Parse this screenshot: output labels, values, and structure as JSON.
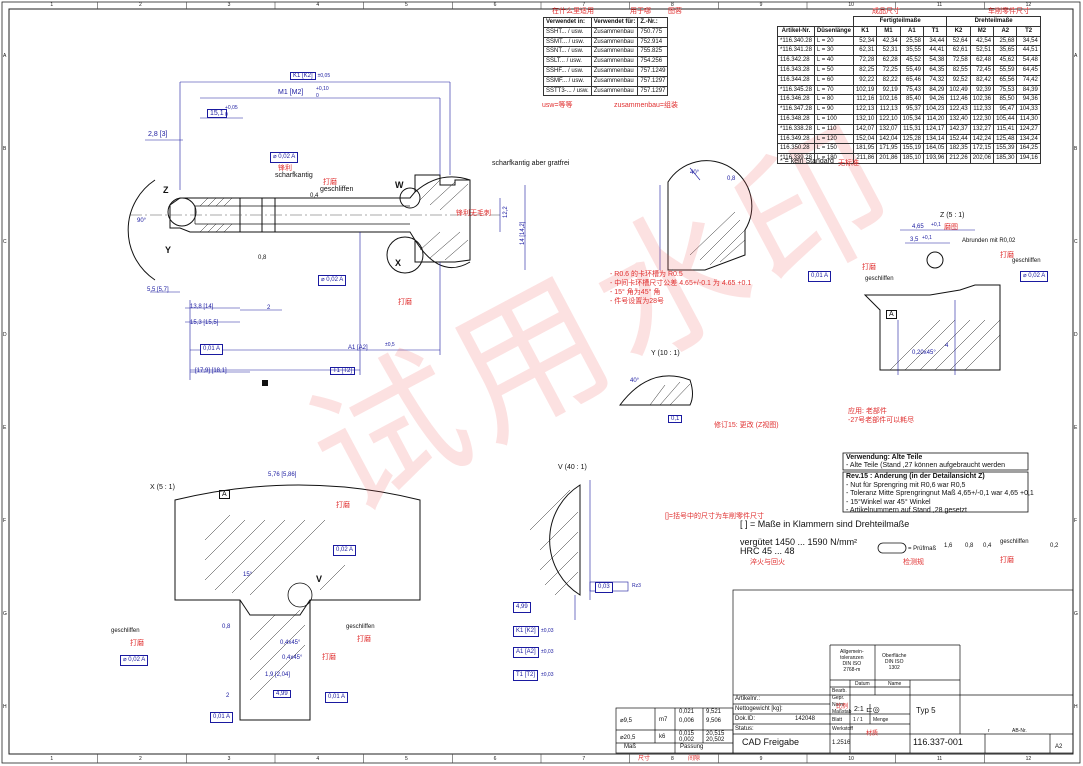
{
  "frame": {
    "col_numbers": [
      "1",
      "2",
      "3",
      "4",
      "5",
      "6",
      "7",
      "8",
      "9",
      "10",
      "11",
      "12"
    ],
    "row_letters": [
      "A",
      "B",
      "C",
      "D",
      "E",
      "F",
      "G",
      "H"
    ]
  },
  "usage_table": {
    "annot_left": "在什么里适用",
    "annot_mid": "用于哪",
    "annot_right": "图蓉",
    "headers": [
      "Verwendet in:",
      "Verwendet für:",
      "Z.-Nr.:"
    ],
    "rows": [
      [
        "SSHT... / usw.",
        "Zusammenbau",
        "750.775"
      ],
      [
        "SSMT... / usw.",
        "Zusammenbau",
        "752.914"
      ],
      [
        "SSNT... / usw.",
        "Zusammenbau",
        "755.825"
      ],
      [
        "SSLT... / usw.",
        "Zusammenbau",
        "754.256"
      ],
      [
        "SSHF... / usw.",
        "Zusammenbau",
        "757.1249"
      ],
      [
        "SSMF... / usw.",
        "Zusammenbau",
        "757.1297"
      ],
      [
        "SSTT3-... / usw.",
        "Zusammenbau",
        "757.1297"
      ]
    ],
    "note_usw": "usw=等等",
    "note_zus": "zusammenbau=组装"
  },
  "dim_table": {
    "annot_fertig": "成品尺寸",
    "annot_dreh": "车削零件尺寸",
    "group_fertig": "Fertigteilmaße",
    "group_dreh": "Drehteilmaße",
    "headers": [
      "Artikel-Nr.",
      "Düsenlänge",
      "K1",
      "M1",
      "A1",
      "T1",
      "K2",
      "M2",
      "A2",
      "T2"
    ],
    "rows": [
      [
        "*116.340.28",
        "L = 20",
        "52,34",
        "42,34",
        "25,58",
        "34,44",
        "52,64",
        "42,54",
        "25,68",
        "34,54"
      ],
      [
        "*116.341.28",
        "L = 30",
        "62,31",
        "52,31",
        "35,55",
        "44,41",
        "62,61",
        "52,51",
        "35,65",
        "44,51"
      ],
      [
        "116.342.28",
        "L = 40",
        "72,28",
        "62,28",
        "45,52",
        "54,38",
        "72,58",
        "62,48",
        "45,62",
        "54,48"
      ],
      [
        "116.343.28",
        "L = 50",
        "82,25",
        "72,25",
        "55,49",
        "64,35",
        "82,55",
        "72,45",
        "55,59",
        "64,45"
      ],
      [
        "116.344.28",
        "L = 60",
        "92,22",
        "82,22",
        "65,46",
        "74,32",
        "92,52",
        "82,42",
        "65,56",
        "74,42"
      ],
      [
        "*116.345.28",
        "L = 70",
        "102,19",
        "92,19",
        "75,43",
        "84,29",
        "102,49",
        "92,39",
        "75,53",
        "84,39"
      ],
      [
        "116.346.28",
        "L = 80",
        "112,16",
        "102,16",
        "85,40",
        "94,26",
        "112,46",
        "102,36",
        "85,50",
        "94,36"
      ],
      [
        "*116.347.28",
        "L = 90",
        "122,13",
        "112,13",
        "95,37",
        "104,23",
        "122,43",
        "112,33",
        "95,47",
        "104,33"
      ],
      [
        "116.348.28",
        "L = 100",
        "132,10",
        "122,10",
        "105,34",
        "114,20",
        "132,40",
        "122,30",
        "105,44",
        "114,30"
      ],
      [
        "*116.338.28",
        "L = 110",
        "142,07",
        "132,07",
        "115,31",
        "124,17",
        "142,37",
        "132,27",
        "115,41",
        "124,27"
      ],
      [
        "116.349.28",
        "L = 120",
        "152,04",
        "142,04",
        "125,28",
        "134,14",
        "152,44",
        "142,24",
        "125,48",
        "134,24"
      ],
      [
        "116.350.28",
        "L = 150",
        "181,95",
        "171,95",
        "155,19",
        "164,05",
        "182,35",
        "172,15",
        "155,39",
        "164,25"
      ],
      [
        "*116.339.28",
        "L = 180",
        "211,86",
        "201,86",
        "185,10",
        "193,96",
        "212,26",
        "202,06",
        "185,30",
        "194,16"
      ]
    ],
    "footnote": "* = kein Standard",
    "footnote_cn": "无标准"
  },
  "main_view": {
    "labels": {
      "k1": "K1 [K2]",
      "k1_tol": "±0,05",
      "m1": "M1 [M2]",
      "m1_tol_up": "+0,10",
      "m1_tol_dn": "0",
      "d151": "15,1",
      "d151_up": "+0,05",
      "d151_dn": "0",
      "d28": "2,8 [3]",
      "scharfkantig": "scharfkantig",
      "cn_sharp": "锋利",
      "geschliffen": "geschliffen",
      "cn_ground": "打磨",
      "scharf_grat": "scharfkantig aber gratfrei",
      "cn_sharp_burr": "锋利无毛刺",
      "lbl_w": "W",
      "lbl_x": "X",
      "lbl_y": "Y",
      "lbl_z": "Z",
      "ang90": "90°",
      "d122": "12,2",
      "d14": "14 [14,2]",
      "d55": "5,5 [5,7]",
      "d138": "13,8 [14]",
      "d153": "15,3 [15,5]",
      "d2": "2",
      "a1": "A1 [A2]",
      "t1": "T1 [T2]",
      "d179": "[17,9]  [18,1]",
      "tol01": "+0,1",
      "tol0": "0",
      "tol05": "±0,5",
      "r08": "0,8",
      "r04": "0,4",
      "dia": "⌀",
      "ff_pos": "⌀ 0,02 A",
      "ff_flat": "0,01 A",
      "ff_circ": "⌀ 0,02 A",
      "cn_ground2": "打磨"
    }
  },
  "note_red": {
    "l1": "- R0.6 的卡环槽为 R0.5",
    "l2": "- 中间卡环槽尺寸公差 4.65+/-0.1 为 4.65 +0.1",
    "l3": "- 15° 角为45° 角",
    "l4": "- 件号设置为28号"
  },
  "view_z": {
    "title": "Z (5 : 1)",
    "title_cn": "磨图",
    "d465": "4,65",
    "d465_tol": "+0,1",
    "d35": "3,5",
    "d35_tol": "+0,1",
    "abrunden": "Abrunden mit R0,02",
    "geschliffen": "geschliffen",
    "cn_ground": "打磨",
    "d020": "0,20x45°",
    "d4": "4",
    "ff1": "0,01 A",
    "ff2": "⌀ 0,02 A"
  },
  "view_y": {
    "title": "Y (10 : 1)",
    "ang": "40°",
    "tol01": "0,1",
    "r": "R"
  },
  "revision_note_red": "修订15: 更改 (Z视图)",
  "app_note_red": {
    "l1": "应用: 老部件",
    "l2": "-27号老部件可以耗尽"
  },
  "verwendung": {
    "title": "Verwendung: Alte Teile",
    "line": "- Alte Teile (Stand ,27 können aufgebraucht werden",
    "rev_title": "Rev.15 : Änderung (in der Detailansicht Z)",
    "rev1": "- Nut für Sprengring mit R0,6 war R0,5",
    "rev2": "- Toleranz Mitte Sprengringnut Maß 4,65+/-0,1 war 4,65 +0,1",
    "rev3": "- 15°Winkel war 45° Winkel",
    "rev4": "- Artikelnummern auf Stand ,28 gesetzt"
  },
  "note_brackets_red": "[]=括号中的尺寸为车削零件尺寸",
  "spec": {
    "brackets": "[ ] = Maße in Klammern sind Drehteilmaße",
    "hardening": "vergütet 1450 ... 1590 N/mm²",
    "hrc": "HRC 45 ... 48",
    "cn_quench": "淬火与回火",
    "pruefmass": "= Prüfmaß",
    "cn_check": "检测规",
    "rough16": "1,6",
    "rough08": "0,8",
    "rough04": "0,4",
    "geschliffen": "geschliffen",
    "cn_ground": "打磨",
    "rough02": "0,2"
  },
  "view_x": {
    "title": "X (5 : 1)",
    "d576": "5,76 [5,86]",
    "lbl_a": "A",
    "lbl_v": "V",
    "ang": "15°",
    "d08": "0,8",
    "d04x45": "0,4x45°",
    "d04x45b": "0,4x45°",
    "d19": "1,9 [2,04]",
    "d2": "2",
    "d499": "4,99",
    "d499_tol": "0,1",
    "geschliffen": "geschliffen",
    "cn_ground": "打磨",
    "ff1": "0,02 A",
    "ff2": "⌀ 0,02 A",
    "ff3": "0,01 A",
    "ff4": "0,01 A"
  },
  "view_v": {
    "title": "V (40 : 1)",
    "ff": "0,03",
    "ff_rz": "Rz3",
    "d499": "4,99",
    "k1": "K1 [K2]",
    "a1": "A1 [A2]",
    "t1": "T1 [T2]",
    "tol": "±0,03"
  },
  "fits_table": {
    "rows": [
      [
        "⌀9,5",
        "m7",
        "0,021",
        "9,521"
      ],
      [
        "",
        "",
        "0,006",
        "9,506"
      ],
      [
        "⌀20,5",
        "k6",
        "0,015",
        "20,515"
      ],
      [
        "",
        "",
        "0,002",
        "20,502"
      ]
    ],
    "footer_mass": "Maß",
    "footer_passung": "Passung",
    "cn_size": "尺寸",
    "cn_fit": "间隙"
  },
  "title_block": {
    "allgemein": "Allgemein-\ntoleranzen\nDIN ISO\n2768-m",
    "oberflaeche": "Oberfläche\nDIN ISO\n1302",
    "datum": "Datum",
    "name": "Name",
    "bearb": "Bearb.",
    "gepr": "Gepr.",
    "norm": "Norm",
    "artikelnr": "Artikelnr.:",
    "nettogewicht": "Nettogewicht [kg]:",
    "dokid": "Dok.ID:",
    "dokid_val": "142048",
    "status": "Status:",
    "massstab": "Maßstab",
    "massstab_val": "2:1",
    "cn_scale": "比例",
    "blatt": "Blatt",
    "blatt_val": "1 / 1",
    "menge": "Menge",
    "werkstoff": "Werkstoff",
    "cn_material": "材质",
    "werkstoff_val": "1.2516",
    "typ": "Typ 5",
    "cad": "CAD Freigabe",
    "zeichnungsnr": "116.337-001",
    "index": "r",
    "abnr": "AB-Nr.",
    "format": "A2"
  },
  "watermark": "试用水印"
}
